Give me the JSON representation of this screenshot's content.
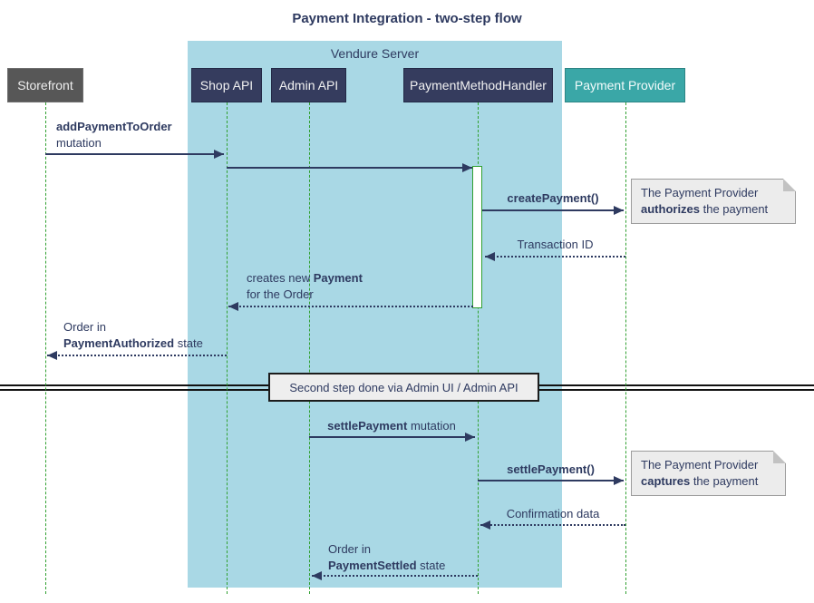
{
  "title": "Payment Integration - two-step flow",
  "server_group": {
    "label": "Vendure Server"
  },
  "participants": {
    "storefront": "Storefront",
    "shop_api": "Shop API",
    "admin_api": "Admin API",
    "payment_method_handler": "PaymentMethodHandler",
    "payment_provider": "Payment Provider"
  },
  "messages": {
    "add_payment": {
      "bold": "addPaymentToOrder",
      "line2": "mutation"
    },
    "create_payment": {
      "bold": "createPayment()"
    },
    "transaction_id": {
      "text": "Transaction ID"
    },
    "creates_payment": {
      "pre": "creates new ",
      "bold": "Payment",
      "line2": "for the Order"
    },
    "order_authorized": {
      "line1": "Order in",
      "bold": "PaymentAuthorized",
      "rest": " state"
    },
    "settle_payment_mutation": {
      "bold": "settlePayment",
      "rest": " mutation"
    },
    "settle_payment_call": {
      "bold": "settlePayment()"
    },
    "confirmation_data": {
      "text": "Confirmation data"
    },
    "order_settled": {
      "line1": "Order in",
      "bold": "PaymentSettled",
      "rest": " state"
    }
  },
  "notes": {
    "authorize": {
      "line1": "The Payment Provider",
      "bold": "authorizes",
      "rest": " the payment"
    },
    "capture": {
      "line1": "The Payment Provider",
      "bold": "captures",
      "rest": " the payment"
    }
  },
  "divider": {
    "label": "Second step done via Admin UI / Admin API"
  },
  "colors": {
    "navy": "#2e3a60",
    "participant_fill": "#353c5e",
    "payment_provider_teal": "#3aa7a7",
    "storefront_gray": "#575757",
    "vendure_server_band": "#a9d8e5",
    "lifeline_green": "#30a030",
    "note_fill": "#ececec"
  }
}
